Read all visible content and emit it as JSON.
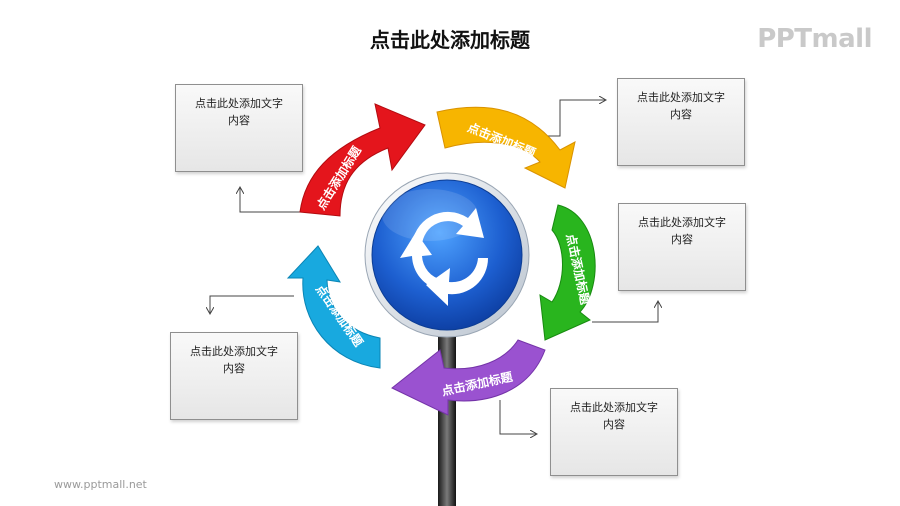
{
  "title": "点击此处添加标题",
  "logo": "PPTmall",
  "footer_url": "www.pptmall.net",
  "arrow_label": "点击添加标题",
  "box_text": {
    "line1": "点击此处添加文字",
    "line2": "内容"
  },
  "colors": {
    "red": "#e4151c",
    "yellow": "#f7b500",
    "green": "#29b51e",
    "purple": "#9a52d0",
    "cyan": "#18a9df",
    "sign_blue": "#1d5fd0"
  }
}
